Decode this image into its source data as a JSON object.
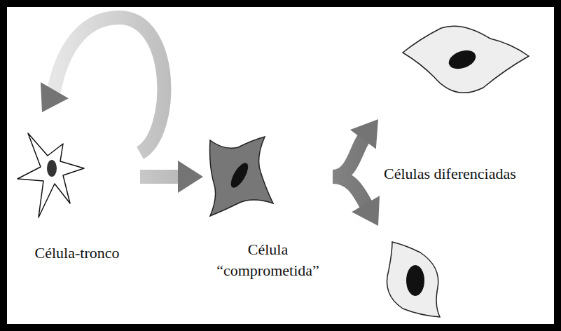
{
  "diagram": {
    "nodes": [
      {
        "text": [
          "Célula-tronco"
        ]
      },
      {
        "text": [
          "Célula “comprometida”"
        ]
      },
      {
        "text": [
          "Células diferenciadas"
        ]
      }
    ],
    "edges": [
      {
        "from": 0,
        "to": 0,
        "arrow": "to"
      },
      {
        "from": 0,
        "to": 1,
        "arrow": "to"
      },
      {
        "from": 1,
        "to": 2,
        "arrow": "to"
      }
    ]
  }
}
